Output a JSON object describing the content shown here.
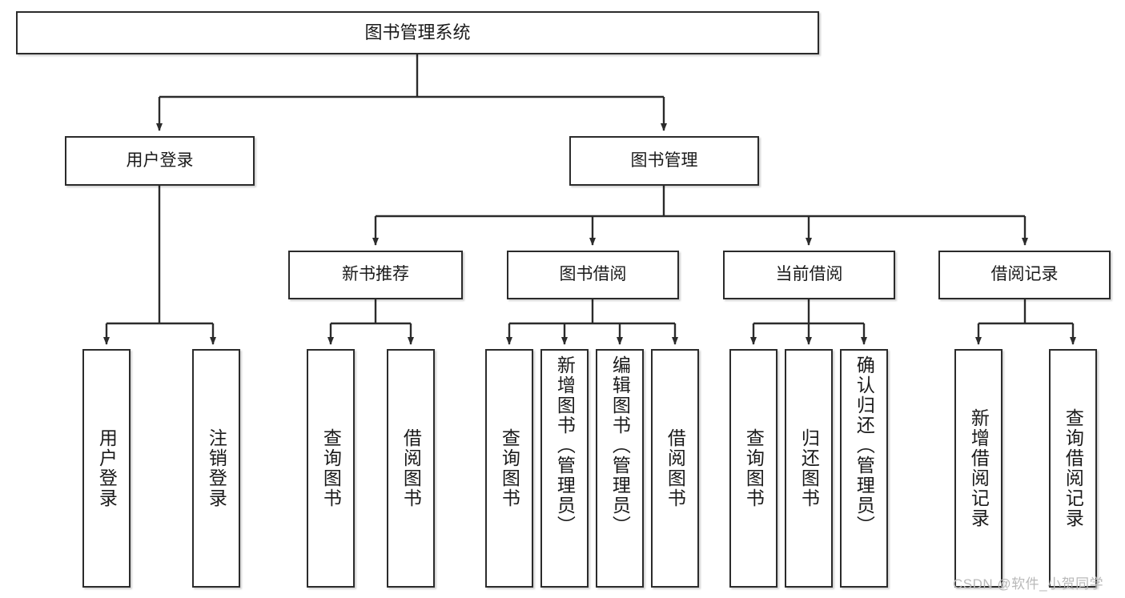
{
  "diagram": {
    "title": "图书管理系统",
    "type": "hierarchy-tree",
    "nodes": {
      "root": {
        "label": "图书管理系统"
      },
      "level2": [
        {
          "id": "user-login",
          "label": "用户登录"
        },
        {
          "id": "book-manage",
          "label": "图书管理"
        }
      ],
      "level3": [
        {
          "id": "new-book-recommend",
          "label": "新书推荐"
        },
        {
          "id": "book-borrow",
          "label": "图书借阅"
        },
        {
          "id": "current-borrow",
          "label": "当前借阅"
        },
        {
          "id": "borrow-record",
          "label": "借阅记录"
        }
      ],
      "leaves": {
        "user_login": [
          {
            "id": "leaf-user-login",
            "label": "用户登录"
          },
          {
            "id": "leaf-logout",
            "label": "注销登录"
          }
        ],
        "new_book_recommend": [
          {
            "id": "leaf-query-book-1",
            "label": "查询图书"
          },
          {
            "id": "leaf-borrow-book-1",
            "label": "借阅图书"
          }
        ],
        "book_borrow": [
          {
            "id": "leaf-query-book-2",
            "label": "查询图书"
          },
          {
            "id": "leaf-add-book",
            "label": "新增图书（管理员）"
          },
          {
            "id": "leaf-edit-book",
            "label": "编辑图书（管理员）"
          },
          {
            "id": "leaf-borrow-book-2",
            "label": "借阅图书"
          }
        ],
        "current_borrow": [
          {
            "id": "leaf-query-book-3",
            "label": "查询图书"
          },
          {
            "id": "leaf-return-book",
            "label": "归还图书"
          },
          {
            "id": "leaf-confirm-return",
            "label": "确认归还（管理员）"
          }
        ],
        "borrow_record": [
          {
            "id": "leaf-add-record",
            "label": "新增借阅记录"
          },
          {
            "id": "leaf-query-record",
            "label": "查询借阅记录"
          }
        ]
      }
    },
    "colors": {
      "stroke": "#2b2b2b",
      "fill": "#ffffff",
      "text": "#1a1a1a",
      "watermark": "#b9b9b9"
    }
  },
  "watermark": {
    "text": "CSDN @软件_小贺同学"
  }
}
